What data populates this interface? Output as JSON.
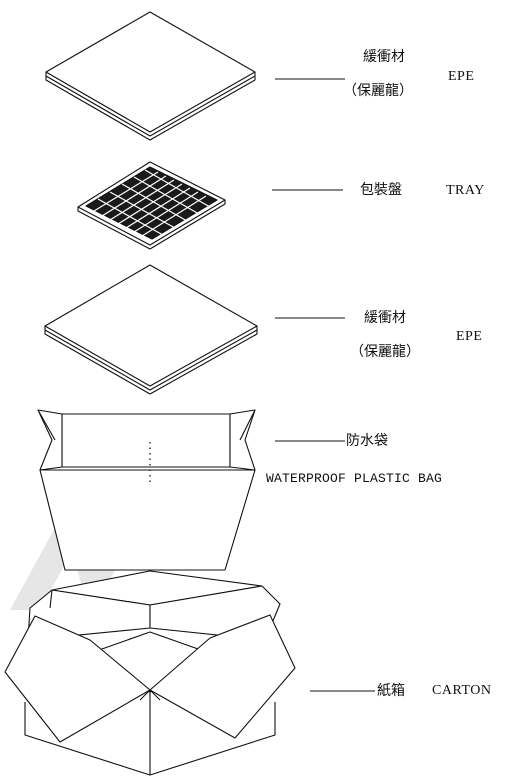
{
  "layers": {
    "epe_top": {
      "zh_label": "緩衝材",
      "zh_sub": "（保麗龍）",
      "en_label": "EPE"
    },
    "tray": {
      "zh_label": "包裝盤",
      "en_label": "TRAY"
    },
    "epe_mid": {
      "zh_label": "緩衝材",
      "zh_sub": "（保麗龍）",
      "en_label": "EPE"
    },
    "bag": {
      "zh_label": "防水袋",
      "en_label": "WATERPROOF PLASTIC BAG"
    },
    "carton": {
      "zh_label": "紙箱",
      "en_label": "CARTON"
    }
  },
  "colors": {
    "line": "#111111",
    "watermark": "#d9d9d9"
  }
}
